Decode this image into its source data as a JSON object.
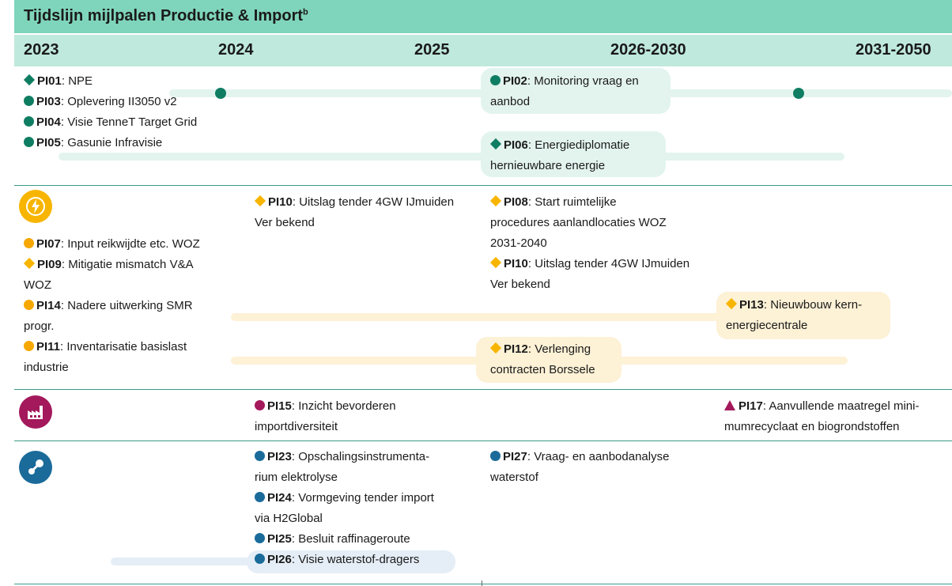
{
  "title": "Tijdslijn mijlpalen Productie & Import",
  "title_sup": "b",
  "years": [
    "2023",
    "2024",
    "2025",
    "2026-2030",
    "2031-2050"
  ],
  "colors": {
    "header": "#7fd5bb",
    "subheader": "#bfe9dc",
    "green": "#0f7d62",
    "yellow": "#f7a800",
    "pink": "#a3195b",
    "blue": "#1a6b9a"
  },
  "icons": {
    "energy": "lightning-icon",
    "industry": "factory-icon",
    "hydrogen": "molecule-icon"
  },
  "section1": {
    "col1": [
      {
        "code": "PI01",
        "sep": ":",
        "text": " NPE"
      },
      {
        "code": "PI03",
        "sep": ":",
        "text": " Oplevering II3050 v2"
      },
      {
        "code": "PI04",
        "sep": ":",
        "text": " Visie TenneT Target Grid"
      },
      {
        "code": "PI05",
        "sep": ":",
        "text": " Gasunie Infravisie"
      }
    ],
    "col4": [
      {
        "code": "PI02",
        "sep": ":",
        "text": " Monitoring vraag en",
        "text2": "aanbod"
      },
      {
        "code": "PI06",
        "sep": ":",
        "text": " Energiediplomatie",
        "text2": "hernieuwbare energie"
      }
    ]
  },
  "section2": {
    "col1": [
      {
        "code": "PI07",
        "sep": ":",
        "text": " Input reikwijdte etc. WOZ"
      },
      {
        "code": "PI09",
        "sep": ":",
        "text": " Mitigatie mismatch V&A",
        "text2": "WOZ"
      },
      {
        "code": "PI14",
        "sep": ":",
        "text": " Nadere uitwerking SMR",
        "text2": "progr."
      },
      {
        "code": "PI11",
        "sep": ":",
        "text": " Inventarisatie basislast",
        "text2": "industrie"
      }
    ],
    "col2": [
      {
        "code": "PI10",
        "sep": ":",
        "text": " Uitslag tender 4GW IJmuiden",
        "text2": "Ver bekend"
      }
    ],
    "col4": [
      {
        "code": "PI08",
        "sep": ":",
        "text": " Start ruimtelijke",
        "text2": "procedures aanlandlocaties WOZ",
        "text3": "2031-2040"
      },
      {
        "code": "PI10",
        "sep": ":",
        "text": " Uitslag tender 4GW IJmuiden",
        "text2": "Ver bekend"
      },
      {
        "code": "PI12",
        "sep": ":",
        "text": " Verlenging",
        "text2": "contracten Borssele"
      }
    ],
    "col5": [
      {
        "code": "PI13",
        "sep": ":",
        "text": " Nieuwbouw kern-",
        "text2": "energiecentrale"
      }
    ]
  },
  "section3": {
    "col2": [
      {
        "code": "PI15",
        "sep": ":",
        "text": " Inzicht bevorderen",
        "text2": "importdiversiteit"
      }
    ],
    "col5": [
      {
        "code": "PI17",
        "sep": ":",
        "text": " Aanvullende maatregel mini-",
        "text2": "mumrecyclaat en biogrondstoffen"
      }
    ]
  },
  "section4": {
    "col2": [
      {
        "code": "PI23",
        "sep": ":",
        "text": " Opschalingsinstrumenta-",
        "text2": "rium elektrolyse"
      },
      {
        "code": "PI24",
        "sep": ":",
        "text": " Vormgeving tender import",
        "text2": "via H2Global"
      },
      {
        "code": "PI25",
        "sep": ":",
        "text": " Besluit raffinageroute"
      },
      {
        "code": "PI26",
        "sep": ":",
        "text": " Visie waterstof-dragers"
      }
    ],
    "col4": [
      {
        "code": "PI27",
        "sep": ":",
        "text": " Vraag- en aanbodanalyse",
        "text2": "waterstof"
      }
    ]
  }
}
